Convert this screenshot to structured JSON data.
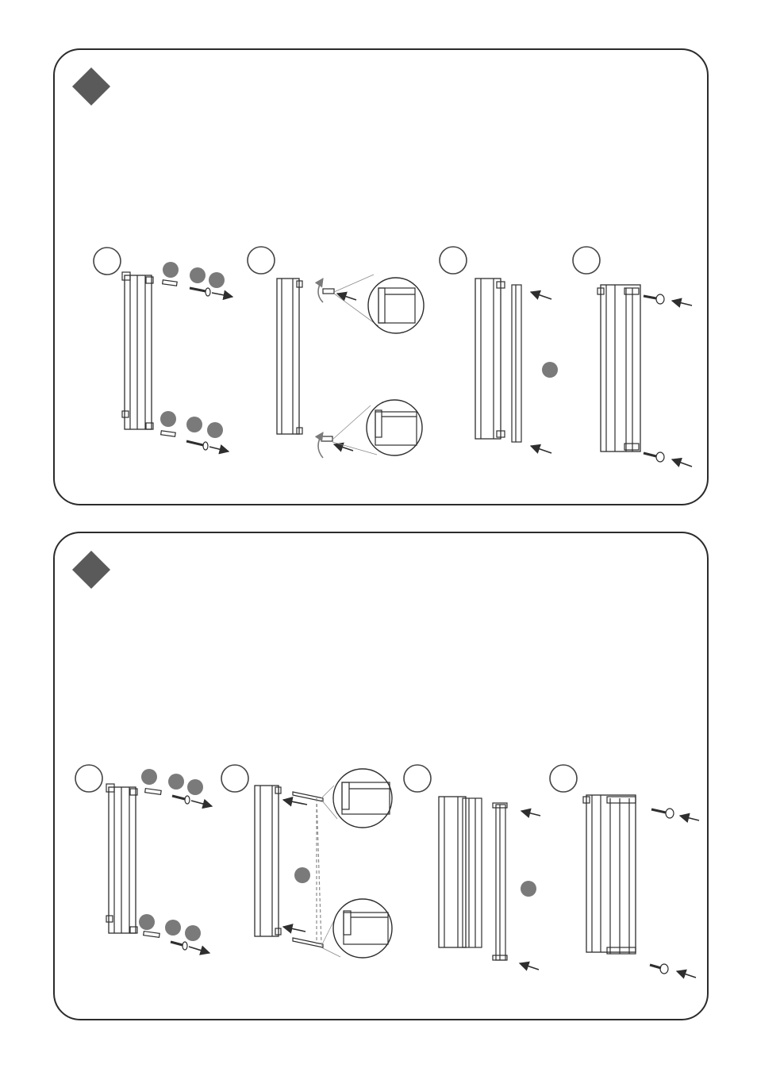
{
  "page": {
    "background": "#ffffff"
  },
  "colors": {
    "frame": "#2b2b2b",
    "marker": "#5a5a5a",
    "part_dot": "#7a7a7a",
    "line": "#2e2e2e",
    "thin": "#8a8a8a"
  },
  "icons": {
    "step_marker": "diamond-icon",
    "sub_step": "empty-circle-icon",
    "part_reference": "filled-dot-icon",
    "direction": "arrow-icon",
    "rotation": "curved-arrow-icon",
    "detail": "magnifier-circle-icon"
  },
  "panels": [
    {
      "name": "panel-1",
      "steps": [
        {
          "name": "sub-step-1"
        },
        {
          "name": "sub-step-2"
        },
        {
          "name": "sub-step-3"
        },
        {
          "name": "sub-step-4"
        }
      ]
    },
    {
      "name": "panel-2",
      "steps": [
        {
          "name": "sub-step-1"
        },
        {
          "name": "sub-step-2"
        },
        {
          "name": "sub-step-3"
        },
        {
          "name": "sub-step-4"
        }
      ]
    }
  ]
}
